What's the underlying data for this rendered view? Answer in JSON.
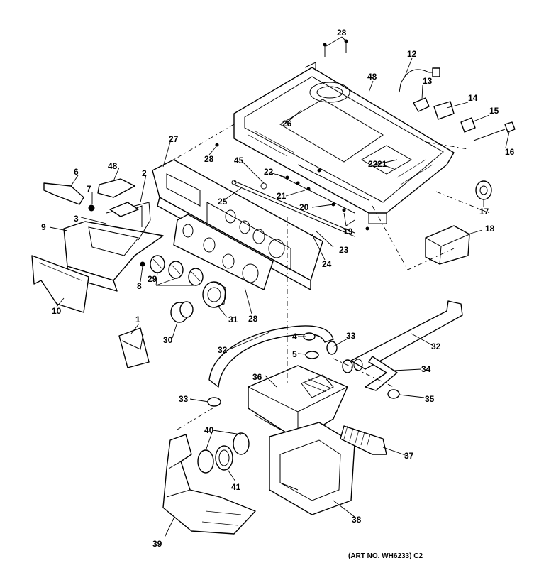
{
  "diagram": {
    "art_number": "(ART NO. WH6233) C2",
    "callouts": [
      {
        "id": "c1",
        "label": "1"
      },
      {
        "id": "c2",
        "label": "2"
      },
      {
        "id": "c3",
        "label": "3"
      },
      {
        "id": "c4",
        "label": "4"
      },
      {
        "id": "c5",
        "label": "5"
      },
      {
        "id": "c6",
        "label": "6"
      },
      {
        "id": "c7",
        "label": "7"
      },
      {
        "id": "c8",
        "label": "8"
      },
      {
        "id": "c9",
        "label": "9"
      },
      {
        "id": "c10",
        "label": "10"
      },
      {
        "id": "c12",
        "label": "12"
      },
      {
        "id": "c13",
        "label": "13"
      },
      {
        "id": "c14",
        "label": "14"
      },
      {
        "id": "c15",
        "label": "15"
      },
      {
        "id": "c16",
        "label": "16"
      },
      {
        "id": "c17",
        "label": "17"
      },
      {
        "id": "c18",
        "label": "18"
      },
      {
        "id": "c19",
        "label": "19"
      },
      {
        "id": "c20",
        "label": "20"
      },
      {
        "id": "c21a",
        "label": "21"
      },
      {
        "id": "c21b",
        "label": "21"
      },
      {
        "id": "c22a",
        "label": "22"
      },
      {
        "id": "c22b",
        "label": "22"
      },
      {
        "id": "c23",
        "label": "23"
      },
      {
        "id": "c24",
        "label": "24"
      },
      {
        "id": "c25",
        "label": "25"
      },
      {
        "id": "c26",
        "label": "26"
      },
      {
        "id": "c27",
        "label": "27"
      },
      {
        "id": "c28a",
        "label": "28"
      },
      {
        "id": "c28b",
        "label": "28"
      },
      {
        "id": "c28c",
        "label": "28"
      },
      {
        "id": "c29",
        "label": "29"
      },
      {
        "id": "c30",
        "label": "30"
      },
      {
        "id": "c31",
        "label": "31"
      },
      {
        "id": "c32a",
        "label": "32"
      },
      {
        "id": "c32b",
        "label": "32"
      },
      {
        "id": "c33a",
        "label": "33"
      },
      {
        "id": "c33b",
        "label": "33"
      },
      {
        "id": "c34",
        "label": "34"
      },
      {
        "id": "c35",
        "label": "35"
      },
      {
        "id": "c36",
        "label": "36"
      },
      {
        "id": "c37",
        "label": "37"
      },
      {
        "id": "c38",
        "label": "38"
      },
      {
        "id": "c39",
        "label": "39"
      },
      {
        "id": "c40",
        "label": "40"
      },
      {
        "id": "c41",
        "label": "41"
      },
      {
        "id": "c45",
        "label": "45"
      },
      {
        "id": "c48a",
        "label": "48"
      },
      {
        "id": "c48b",
        "label": "48"
      }
    ]
  }
}
